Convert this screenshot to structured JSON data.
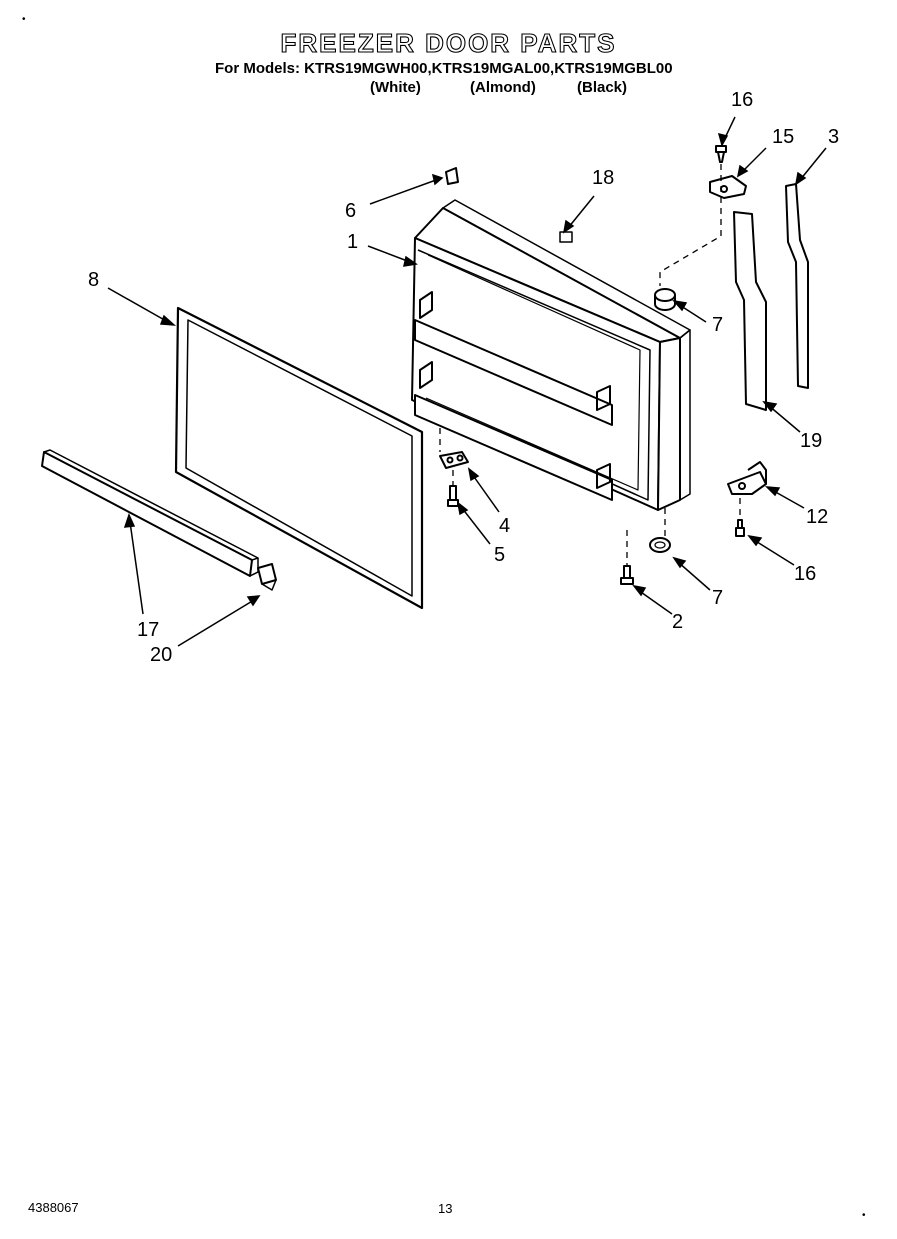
{
  "header": {
    "title": "FREEZER DOOR PARTS",
    "models_line": "For Models: KTRS19MGWH00,KTRS19MGAL00,KTRS19MGBL00",
    "variants": [
      "(White)",
      "(Almond)",
      "(Black)"
    ]
  },
  "footer": {
    "doc_number": "4388067",
    "page_number": "13"
  },
  "callouts": {
    "c16_top": "16",
    "c15": "15",
    "c3": "3",
    "c18": "18",
    "c6": "6",
    "c1": "1",
    "c8": "8",
    "c7_top": "7",
    "c19": "19",
    "c12": "12",
    "c16_bottom": "16",
    "c4": "4",
    "c5": "5",
    "c7_bottom": "7",
    "c2": "2",
    "c17": "17",
    "c20": "20"
  }
}
